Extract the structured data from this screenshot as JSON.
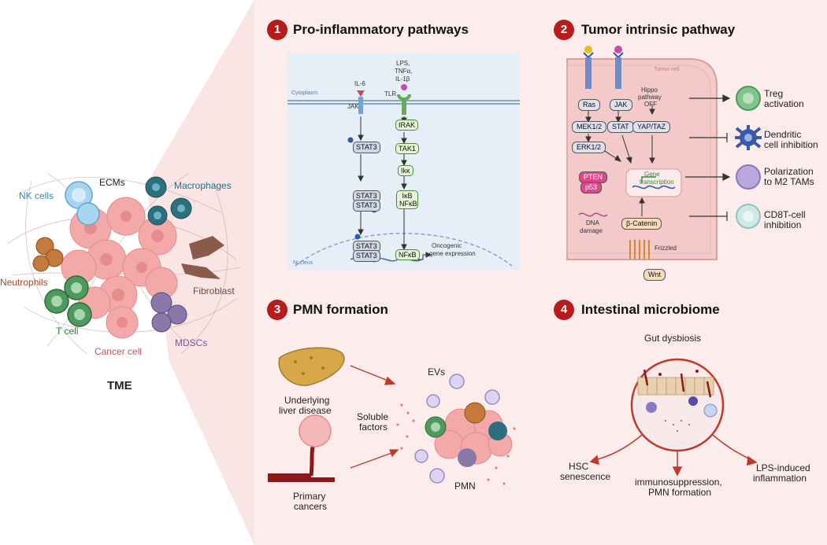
{
  "tme": {
    "title": "TME",
    "labels": {
      "nk_cells": "NK cells",
      "ecms": "ECMs",
      "macrophages": "Macrophages",
      "neutrophils": "Neutrophils",
      "fibroblast": "Fibroblast",
      "t_cell": "T cell",
      "cancer_cell": "Cancer cell",
      "mdscs": "MDSCs"
    }
  },
  "sections": {
    "s1": {
      "number": "1",
      "title": "Pro-inflammatory pathways"
    },
    "s2": {
      "number": "2",
      "title": "Tumor intrinsic pathway"
    },
    "s3": {
      "number": "3",
      "title": "PMN formation"
    },
    "s4": {
      "number": "4",
      "title": "Intestinal microbiome"
    }
  },
  "p1": {
    "cytoplasm": "Cytoplasm",
    "nucleus": "Nucleus",
    "il6": "IL-6",
    "jak": "JAK",
    "lps": "LPS,",
    "tnf": "TNFα,",
    "il1b": "IL-1β",
    "tlr": "TLR",
    "stat3": "STAT3",
    "irak": "IRAK",
    "tak1": "TAK1",
    "ikk": "Ikκ",
    "ikb": "IκB",
    "nfkb": "NFκB",
    "oncogenic1": "Oncogenic",
    "oncogenic2": "gene expression",
    "p": "P"
  },
  "p2": {
    "tumor_cell": "Tumor cell",
    "ras": "Ras",
    "mek": "MEK1/2",
    "erk": "ERK1/2",
    "jak": "JAK",
    "stat": "STAT",
    "hippo1": "Hippo",
    "hippo2": "pathway",
    "hippo3": "OFF",
    "yap": "YAP/TAZ",
    "pten": "PTEN",
    "p53": "p53",
    "dna1": "DNA",
    "dna2": "damage",
    "gene1": "Gene",
    "gene2": "transcription",
    "bcat": "β-Catenin",
    "frizzled": "Frizzled",
    "wnt": "Wnt",
    "out1a": "Treg",
    "out1b": "activation",
    "out2a": "Dendritic",
    "out2b": "cell inhibition",
    "out3a": "Polarization",
    "out3b": "to M2 TAMs",
    "out4a": "CD8T-cell",
    "out4b": "inhibition"
  },
  "p3": {
    "liver1": "Underlying",
    "liver2": "liver disease",
    "primary1": "Primary",
    "primary2": "cancers",
    "soluble1": "Soluble",
    "soluble2": "factors",
    "evs": "EVs",
    "pmn": "PMN"
  },
  "p4": {
    "gut": "Gut dysbiosis",
    "hsc1": "HSC",
    "hsc2": "senescence",
    "immuno1": "immunosuppression,",
    "immuno2": "PMN formation",
    "lps1": "LPS-induced",
    "lps2": "inflammation"
  },
  "colors": {
    "accent_red": "#b71c1c",
    "panel_pink": "#fcecec",
    "pathway_blue": "#e6eef8",
    "tumor_cell": "#f3c9c9"
  }
}
